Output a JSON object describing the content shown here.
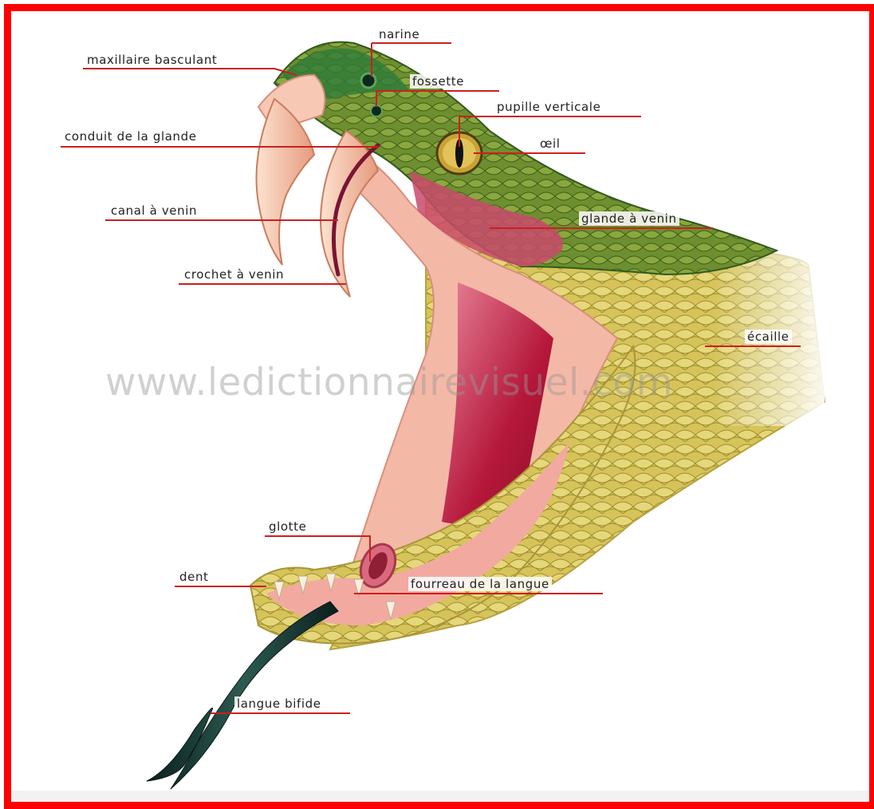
{
  "labels": {
    "maxillaire_basculant": "maxillaire basculant",
    "narine": "narine",
    "fossette": "fossette",
    "pupille_verticale": "pupille verticale",
    "oeil": "œil",
    "conduit_glande": "conduit de la glande",
    "canal_venin": "canal à venin",
    "glande_venin": "glande à venin",
    "crochet_venin": "crochet à venin",
    "ecaille": "écaille",
    "glotte": "glotte",
    "dent": "dent",
    "fourreau_langue": "fourreau de la langue",
    "langue_bifide": "langue bifide"
  },
  "watermark": "www.ledictionnairevisuel.com",
  "colors": {
    "frame": "#ff0000",
    "leader_line": "#cc1f1f",
    "scales": "#d9c75a",
    "head_green": "#2f7a3a",
    "mouth_pink": "#f2a7a0",
    "throat_red": "#b5173a",
    "fang": "#f6c7a8",
    "tongue": "#0f2a26"
  }
}
